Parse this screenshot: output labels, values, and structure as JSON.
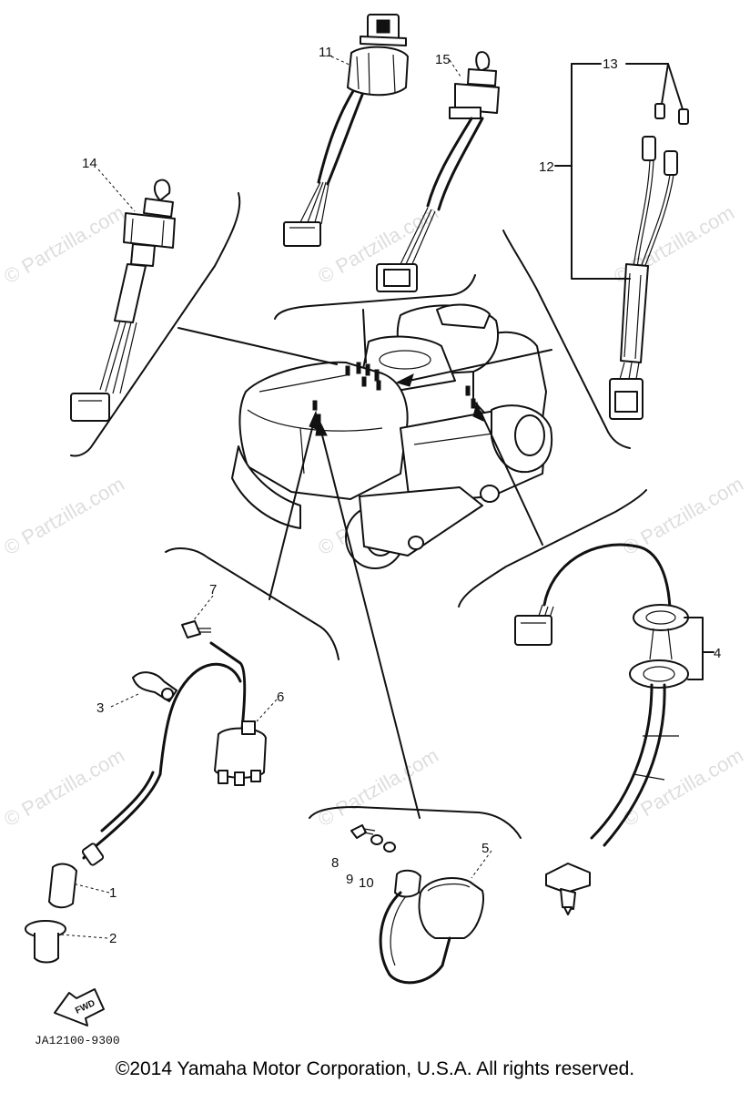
{
  "diagram": {
    "callouts": {
      "p1": "1",
      "p2": "2",
      "p3": "3",
      "p4": "4",
      "p5": "5",
      "p6": "6",
      "p7": "7",
      "p8": "8",
      "p9": "9",
      "p10": "10",
      "p11": "11",
      "p12": "12",
      "p13": "13",
      "p14": "14",
      "p15": "15"
    },
    "watermark": "© Partzilla.com",
    "diagram_code": "JA12100-9300",
    "fwd_label": "FWD"
  },
  "footer": {
    "copyright": "©2014  Yamaha Motor Corporation, U.S.A. All rights reserved."
  }
}
